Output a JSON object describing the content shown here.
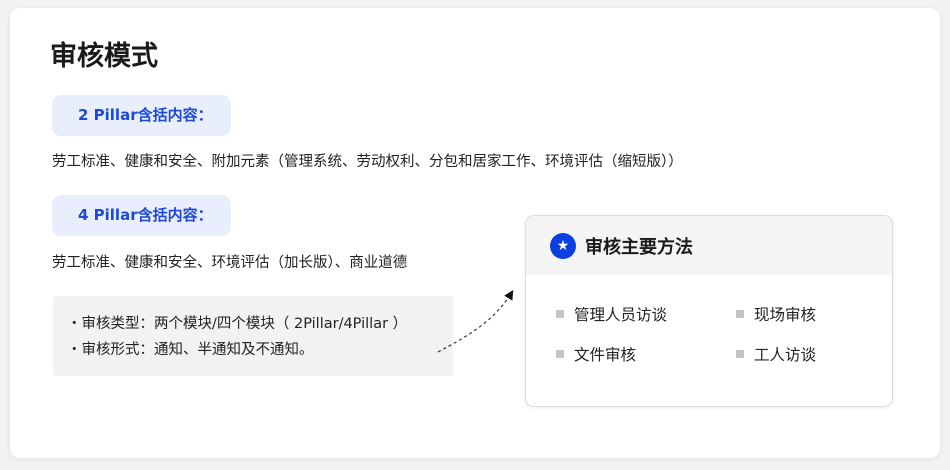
{
  "title": "审核模式",
  "pillar2": {
    "label": "2 Pillar含括内容：",
    "content": "劳工标准、健康和安全、附加元素（管理系统、劳动权利、分包和居家工作、环境评估（缩短版））"
  },
  "pillar4": {
    "label": "4 Pillar含括内容：",
    "content": "劳工标准、健康和安全、环境评估（加长版）、商业道德"
  },
  "notes": [
    "・审核类型：两个模块/四个模块（ 2Pillar/4Pillar ）",
    "・审核形式：通知、半通知及不通知。"
  ],
  "methods": {
    "title": "审核主要方法",
    "icon": "star-icon",
    "items": [
      "管理人员访谈",
      "现场审核",
      "文件审核",
      "工人访谈"
    ]
  },
  "colors": {
    "accent": "#1d48dc",
    "badge_bg": "#e9eefc"
  }
}
